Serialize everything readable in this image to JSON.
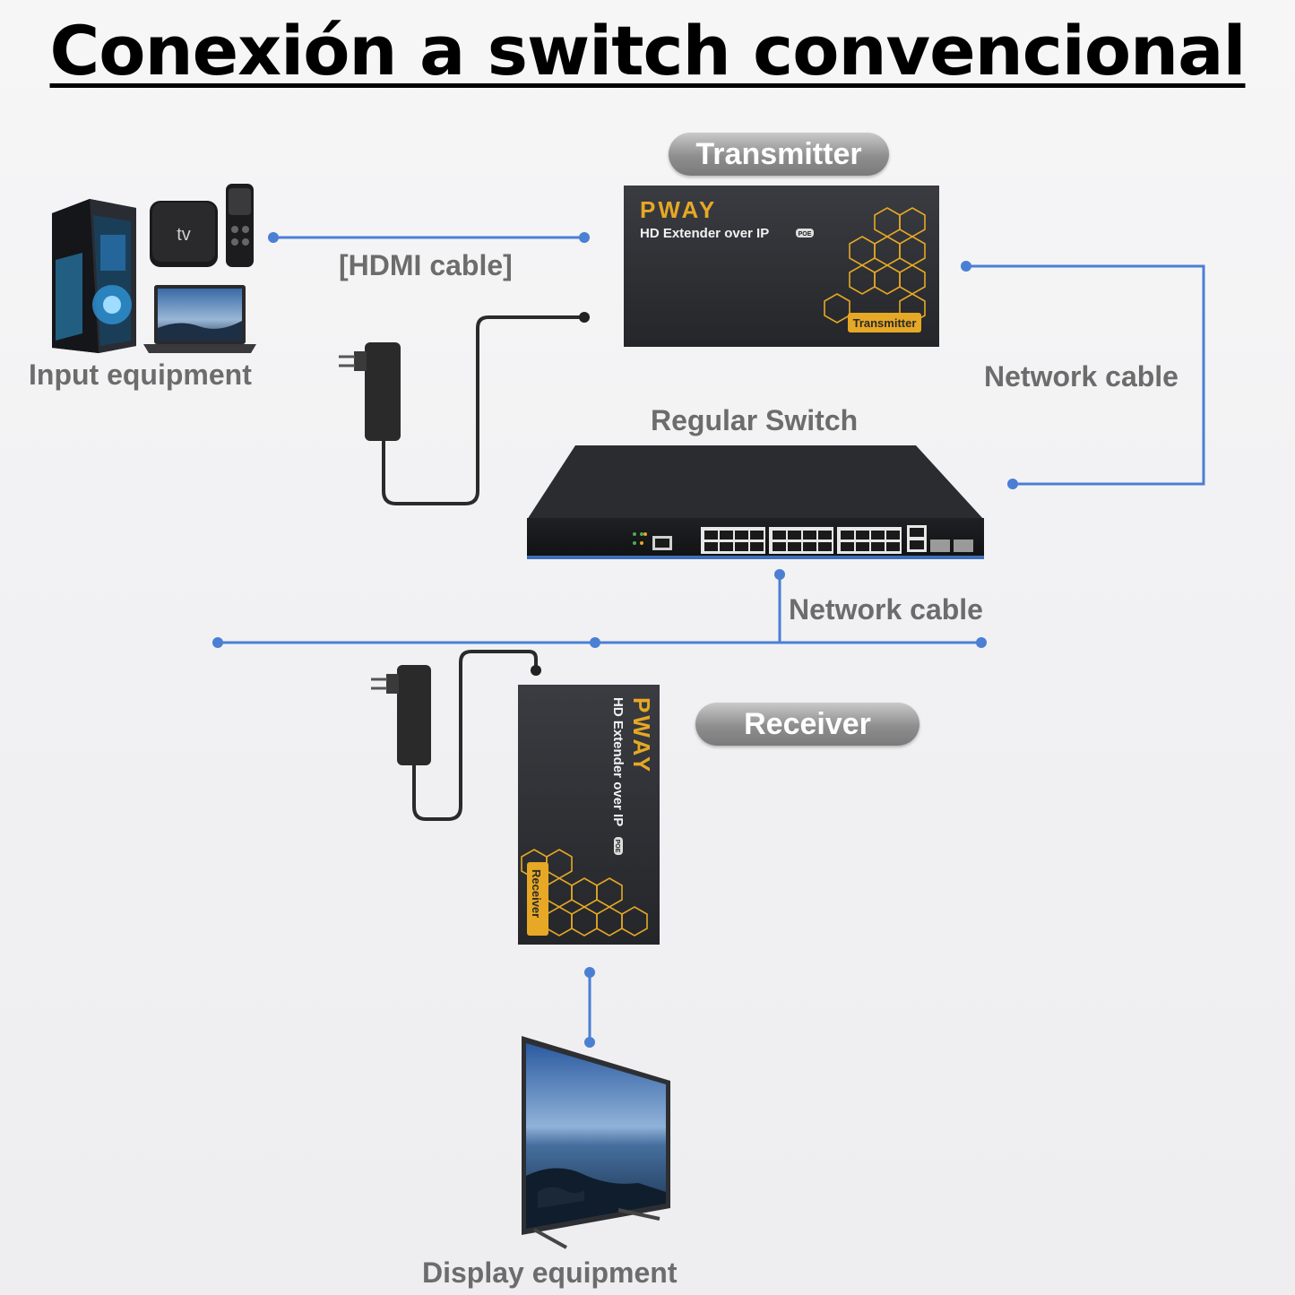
{
  "title": "Conexión a switch convencional",
  "labels": {
    "hdmi_cable": "[HDMI cable]",
    "input_equipment": "Input equipment",
    "network_cable_top": "Network cable",
    "regular_switch": "Regular Switch",
    "network_cable_bottom": "Network cable",
    "display_equipment": "Display equipment"
  },
  "badges": {
    "transmitter": "Transmitter",
    "receiver": "Receiver"
  },
  "transmitter_box": {
    "brand": "PWAY",
    "product": "HD Extender over IP",
    "small_tag": "POE",
    "label": "Transmitter"
  },
  "receiver_box": {
    "brand": "PWAY",
    "product": "HD Extender over IP",
    "small_tag": "POE",
    "label": "Receiver"
  },
  "tv_box_text": "tv",
  "colors": {
    "line": "#4a7fd4",
    "gold": "#e6a825",
    "device_dark": "#2b2d31",
    "label_gray": "#6c6c6c"
  }
}
